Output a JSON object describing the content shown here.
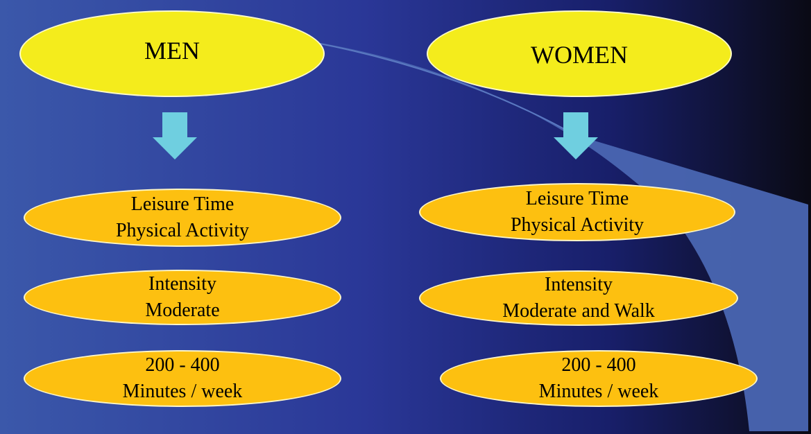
{
  "columns": [
    {
      "title": "MEN",
      "items": [
        {
          "line1": "Leisure Time",
          "line2": "Physical Activity"
        },
        {
          "line1": "Intensity",
          "line2": "Moderate"
        },
        {
          "line1": "200 - 400",
          "line2": "Minutes / week"
        }
      ]
    },
    {
      "title": "WOMEN",
      "items": [
        {
          "line1": "Leisure Time",
          "line2": "Physical Activity"
        },
        {
          "line1": "Intensity",
          "line2": "Moderate and Walk"
        },
        {
          "line1": "200 - 400",
          "line2": "Minutes / week"
        }
      ]
    }
  ],
  "colors": {
    "title_fill": "#f4ec1c",
    "item_fill": "#fdc010",
    "arrow": "#6fcfe0",
    "background": "#2b3a9a"
  }
}
